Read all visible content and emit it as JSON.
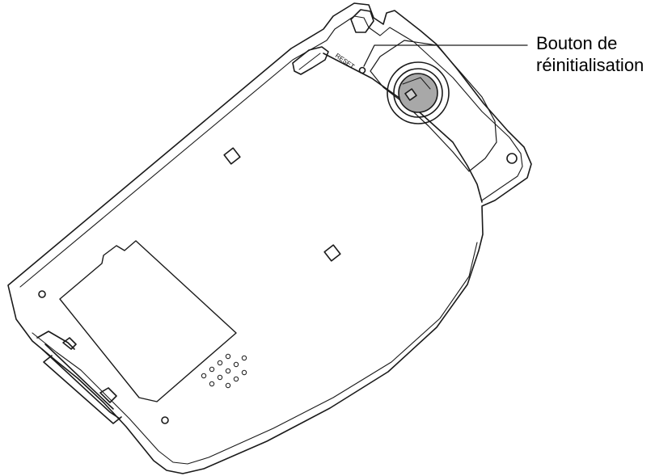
{
  "callout": {
    "line1": "Bouton de",
    "line2": "réinitialisation"
  },
  "device": {
    "reset_label": "RESET"
  },
  "colors": {
    "stroke": "#1a1a1a",
    "lens_fill": "#a8a8a8",
    "body_fill": "#ffffff"
  }
}
